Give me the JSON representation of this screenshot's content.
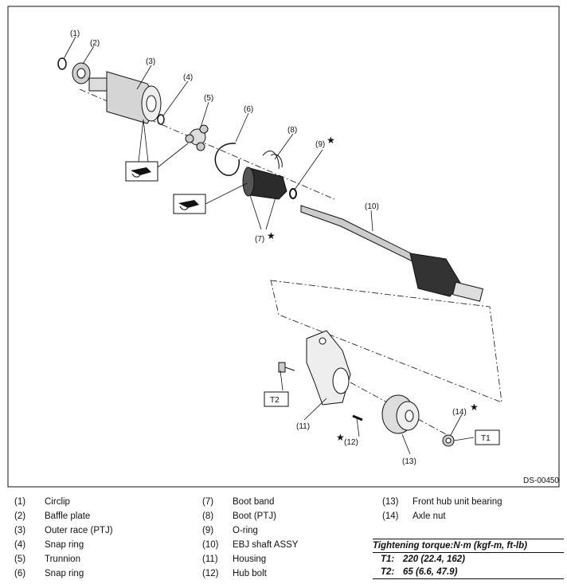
{
  "diagram": {
    "reference_code": "DS-00450",
    "callouts": [
      "(1)",
      "(2)",
      "(3)",
      "(4)",
      "(5)",
      "(6)",
      "(7)",
      "(8)",
      "(9)",
      "(10)",
      "(11)",
      "(12)",
      "(13)",
      "(14)"
    ],
    "torque_tags": [
      "T1",
      "T2"
    ],
    "star": "★"
  },
  "legend": {
    "col1": [
      {
        "num": "(1)",
        "name": "Circlip"
      },
      {
        "num": "(2)",
        "name": "Baffle plate"
      },
      {
        "num": "(3)",
        "name": "Outer race (PTJ)"
      },
      {
        "num": "(4)",
        "name": "Snap ring"
      },
      {
        "num": "(5)",
        "name": "Trunnion"
      },
      {
        "num": "(6)",
        "name": "Snap ring"
      }
    ],
    "col2": [
      {
        "num": "(7)",
        "name": "Boot band"
      },
      {
        "num": "(8)",
        "name": "Boot (PTJ)"
      },
      {
        "num": "(9)",
        "name": "O-ring"
      },
      {
        "num": "(10)",
        "name": "EBJ shaft ASSY"
      },
      {
        "num": "(11)",
        "name": "Housing"
      },
      {
        "num": "(12)",
        "name": "Hub bolt"
      }
    ],
    "col3": [
      {
        "num": "(13)",
        "name": "Front hub unit bearing"
      },
      {
        "num": "(14)",
        "name": "Axle nut"
      }
    ]
  },
  "torque": {
    "title": "Tightening torque:N·m (kgf-m, ft-lb)",
    "rows": [
      {
        "key": "T1:",
        "value": "220 (22.4, 162)"
      },
      {
        "key": "T2:",
        "value": "65 (6.6, 47.9)"
      }
    ]
  }
}
